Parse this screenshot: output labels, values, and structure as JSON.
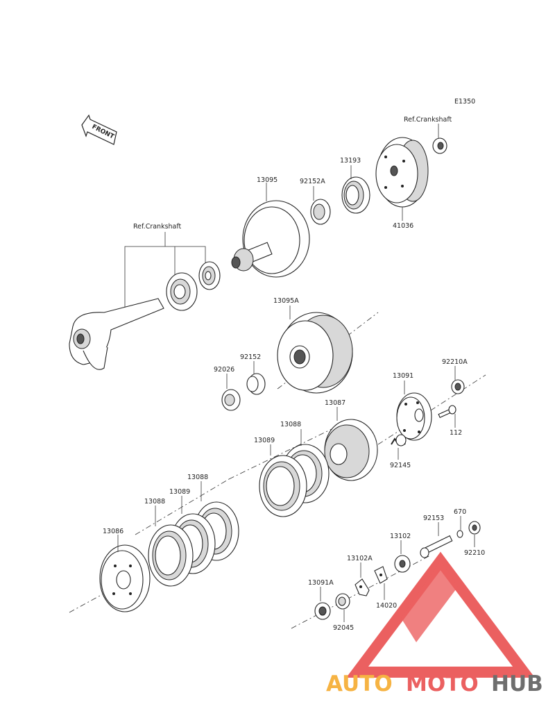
{
  "diagram_code": "E1350",
  "front_label": "FRONT",
  "watermark": {
    "part1": "AUTO",
    "part2": "MOTO",
    "part3": "HUB",
    "color1": "#f5a623",
    "color2": "#e84545",
    "color3": "#555555"
  },
  "labels": {
    "ref_crankshaft_top": "Ref.Crankshaft",
    "ref_crankshaft_left": "Ref.Crankshaft",
    "p13095": "13095",
    "p92152A": "92152A",
    "p13193": "13193",
    "p41036": "41036",
    "p13095A": "13095A",
    "p92152": "92152",
    "p92026": "92026",
    "p13091": "13091",
    "p92210A": "92210A",
    "p112": "112",
    "p13087": "13087",
    "p92145": "92145",
    "p13088_a": "13088",
    "p13089_a": "13089",
    "p13088_b": "13088",
    "p13089_b": "13089",
    "p13088_c": "13088",
    "p13086": "13086",
    "p670": "670",
    "p92153": "92153",
    "p92210": "92210",
    "p13102": "13102",
    "p13102A": "13102A",
    "p14020": "14020",
    "p13091A": "13091A",
    "p92045": "92045"
  }
}
